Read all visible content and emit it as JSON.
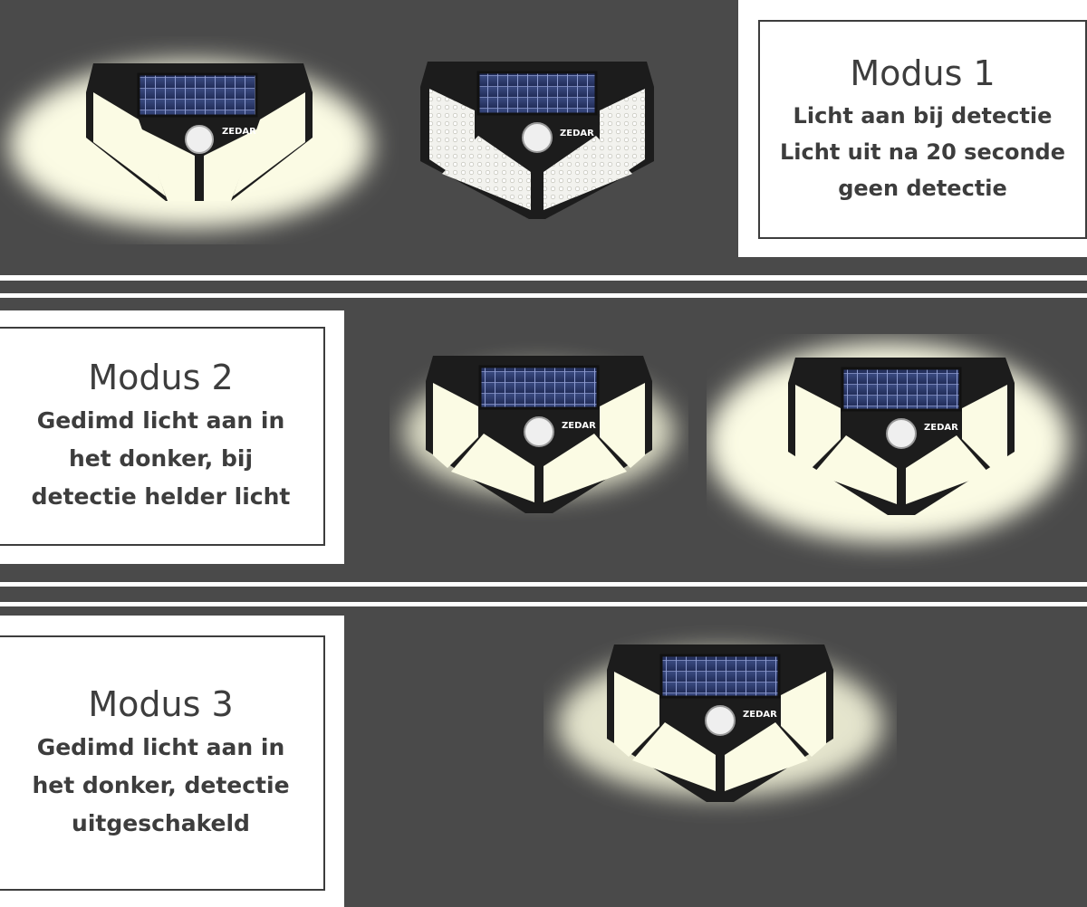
{
  "modes": [
    {
      "title": "Modus 1",
      "lines": [
        "Licht aan bij detectie",
        "Licht uit na 20 seconde",
        "geen detectie"
      ]
    },
    {
      "title": "Modus 2",
      "lines": [
        "Gedimd licht aan in",
        "het donker, bij",
        "detectie helder licht"
      ]
    },
    {
      "title": "Modus 3",
      "lines": [
        "Gedimd licht aan in",
        "het donker, detectie",
        "uitgeschakeld"
      ]
    }
  ],
  "brand": "ZEDAR",
  "colors": {
    "background": "#4a4a4a",
    "separator": "#ffffff",
    "text": "#3d3d3d",
    "light_glow": "#fbfbe4",
    "lamp_body": "#1c1c1c",
    "solar_panel": "#2b3866"
  }
}
